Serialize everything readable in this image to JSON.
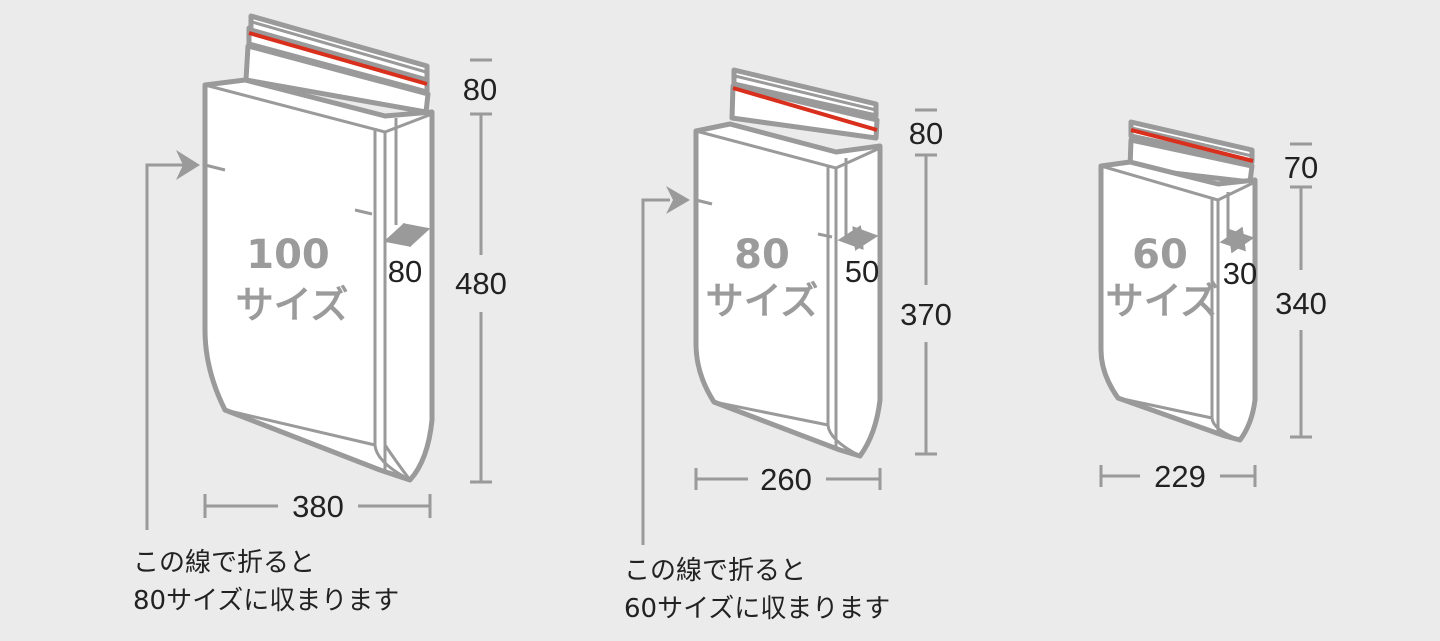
{
  "bags": [
    {
      "size_number": "100",
      "size_suffix": "サイズ",
      "gusset": "80",
      "top": "80",
      "height": "480",
      "width": "380"
    },
    {
      "size_number": "80",
      "size_suffix": "サイズ",
      "gusset": "50",
      "top": "80",
      "height": "370",
      "width": "260"
    },
    {
      "size_number": "60",
      "size_suffix": "サイズ",
      "gusset": "30",
      "top": "70",
      "height": "340",
      "width": "229"
    }
  ],
  "notes": [
    {
      "line1": "この線で折ると",
      "line2": "80サイズに収まります"
    },
    {
      "line1": "この線で折ると",
      "line2": "60サイズに収まります"
    }
  ],
  "colors": {
    "background": "#ebebeb",
    "outline": "#9a9a9a",
    "seal_line": "#d9301e",
    "text": "#222222"
  }
}
